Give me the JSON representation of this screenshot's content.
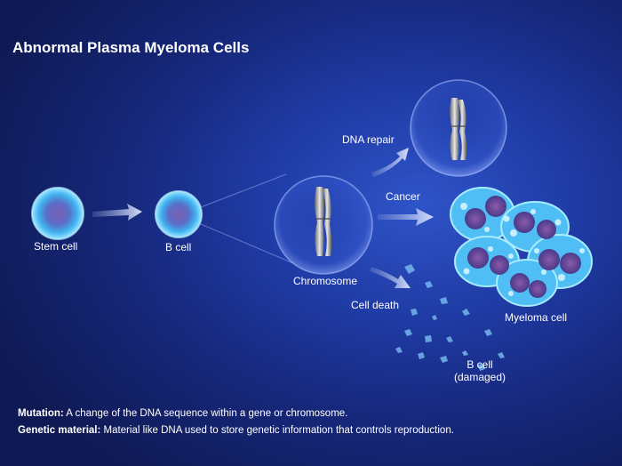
{
  "title": "Abnormal Plasma Myeloma Cells",
  "labels": {
    "stem_cell": "Stem cell",
    "b_cell": "B cell",
    "chromosome": "Chromosome",
    "dna_repair": "DNA repair",
    "cancer": "Cancer",
    "cell_death": "Cell death",
    "myeloma_cell": "Myeloma cell",
    "b_cell_damaged_1": "B cell",
    "b_cell_damaged_2": "(damaged)"
  },
  "definitions": [
    {
      "term": "Mutation:",
      "text": "A change of the DNA sequence within a gene or chromosome."
    },
    {
      "term": "Genetic material:",
      "text": "Material like DNA used to store genetic information that controls reproduction."
    }
  ],
  "colors": {
    "background": "#1f3aa3",
    "cell_membrane": "#6fd0ff",
    "cell_nucleus": "#6a5aa0",
    "arrow": "#c9d6f2"
  }
}
